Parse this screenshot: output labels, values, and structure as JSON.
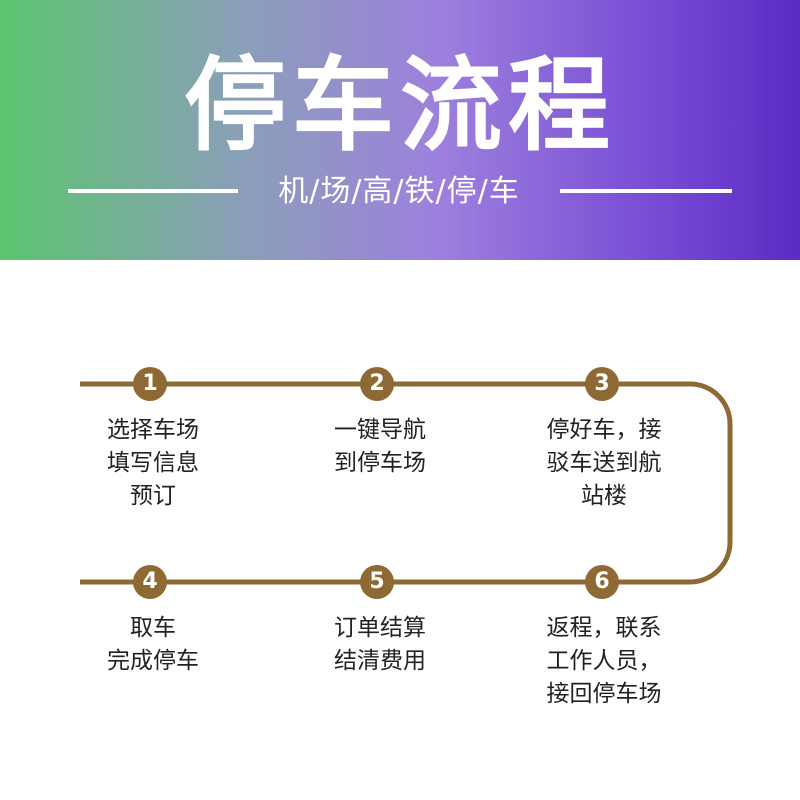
{
  "header": {
    "title": "停车流程",
    "subtitle": "机/场/高/铁/停/车"
  },
  "colors": {
    "accent": "#8f6934",
    "banner_start": "#5cc46f",
    "banner_end": "#5c2bc4"
  },
  "steps": [
    {
      "number": "1",
      "lines": [
        "选择车场",
        "填写信息",
        "预订"
      ]
    },
    {
      "number": "2",
      "lines": [
        "一键导航",
        "到停车场"
      ]
    },
    {
      "number": "3",
      "lines": [
        "停好车，接",
        "驳车送到航",
        "站楼"
      ]
    },
    {
      "number": "4",
      "lines": [
        "取车",
        "完成停车"
      ]
    },
    {
      "number": "5",
      "lines": [
        "订单结算",
        "结清费用"
      ]
    },
    {
      "number": "6",
      "lines": [
        "返程，联系",
        "工作人员，",
        "接回停车场"
      ]
    }
  ]
}
